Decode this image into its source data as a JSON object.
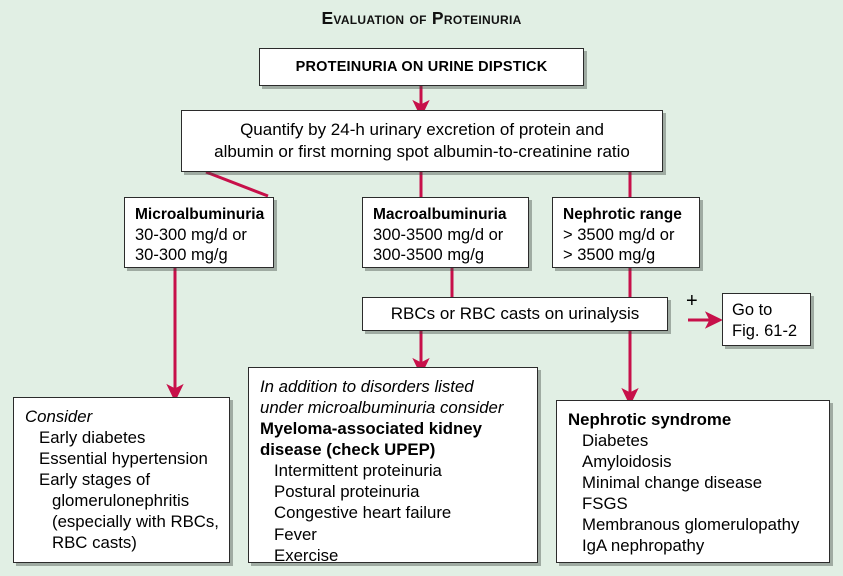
{
  "title": "Evaluation of Proteinuria",
  "colors": {
    "background": "#e1efe4",
    "arrow": "#c7104a",
    "box_border": "#2b2b2b",
    "box_fill": "#ffffff"
  },
  "nodes": {
    "dipstick": {
      "label": "PROTEINURIA ON URINE DIPSTICK"
    },
    "quantify": {
      "line1": "Quantify by 24-h urinary excretion of protein and",
      "line2": "albumin or first morning spot albumin-to-creatinine ratio"
    },
    "micro": {
      "heading": "Microalbuminuria",
      "line1": "30-300 mg/d or",
      "line2": "30-300 mg/g"
    },
    "macro": {
      "heading": "Macroalbuminuria",
      "line1": "300-3500 mg/d or",
      "line2": "300-3500 mg/g"
    },
    "nephrotic_range": {
      "heading": "Nephrotic range",
      "line1": "> 3500 mg/d or",
      "line2": "> 3500 mg/g"
    },
    "rbc": {
      "label": "RBCs or RBC casts on urinalysis"
    },
    "plus_sign": "+",
    "goto": {
      "line1": "Go to",
      "line2": "Fig. 61-2"
    },
    "consider": {
      "heading": "Consider",
      "items": [
        "Early diabetes",
        "Essential hypertension",
        "Early stages of",
        "glomerulonephritis",
        "(especially with RBCs,",
        "RBC casts)"
      ]
    },
    "myeloma": {
      "italic1": "In addition to disorders listed",
      "italic2": "under microalbuminuria consider",
      "bold1": "Myeloma-associated kidney",
      "bold2": "disease (check UPEP)",
      "items": [
        "Intermittent proteinuria",
        "Postural proteinuria",
        "Congestive heart failure",
        "Fever",
        "Exercise"
      ]
    },
    "nephrotic_syndrome": {
      "heading": "Nephrotic syndrome",
      "items": [
        "Diabetes",
        "Amyloidosis",
        "Minimal change disease",
        "FSGS",
        "Membranous glomerulopathy",
        "IgA nephropathy"
      ]
    }
  }
}
